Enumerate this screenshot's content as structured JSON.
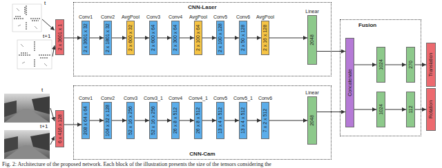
{
  "diagram": {
    "caption": "Fig. 2: Architecture of the proposed network. Each block of the illustration presents the size of the tensors considering the",
    "nodes": [
      {
        "text": [
          "2 x 3601 x 1"
        ]
      },
      {
        "text": [
          "CNN-Laser"
        ]
      },
      {
        "text": [
          "Conv1",
          "2 x 3601 x 32"
        ],
        "in": 1
      },
      {
        "text": [
          "Conv2",
          "2 x 1801 x 32"
        ],
        "in": 1
      },
      {
        "text": [
          "AvgPool",
          "2 x 600 x 32"
        ],
        "in": 1
      },
      {
        "text": [
          "Conv3",
          "2 x 600 x 64"
        ],
        "in": 1
      },
      {
        "text": [
          "Conv4",
          "2 x 300 x 64"
        ],
        "in": 1
      },
      {
        "text": [
          "AvgPool",
          "2 x 100 x 64"
        ],
        "in": 1
      },
      {
        "text": [
          "Conv5",
          "2 x 100 x 128"
        ],
        "in": 1
      },
      {
        "text": [
          "Conv6",
          "2 x 50 x 128"
        ],
        "in": 1
      },
      {
        "text": [
          "AvgPool",
          "2 x 16 x 128"
        ],
        "in": 1
      },
      {
        "text": [
          "Linear",
          "2048"
        ],
        "in": 1
      },
      {
        "text": [
          "6 x 416 x 128"
        ]
      },
      {
        "text": [
          "CNN-Cam"
        ]
      },
      {
        "text": [
          "Conv1",
          "208 x 64 x 64"
        ],
        "in": 13
      },
      {
        "text": [
          "Conv2",
          "104 x 32 x 128"
        ],
        "in": 13
      },
      {
        "text": [
          "Conv3",
          "52 x 16 x 256"
        ],
        "in": 13
      },
      {
        "text": [
          "Conv3_1",
          "52 x 16 x 256"
        ],
        "in": 13
      },
      {
        "text": [
          "Conv4",
          "26 x 8 x 512"
        ],
        "in": 13
      },
      {
        "text": [
          "Conv4_1",
          "26 x 8 x 512"
        ],
        "in": 13
      },
      {
        "text": [
          "Conv5",
          "13 x 4 x 512"
        ],
        "in": 13
      },
      {
        "text": [
          "Conv5_1",
          "13 x 4 x 512"
        ],
        "in": 13
      },
      {
        "text": [
          "Conv6",
          "7 x 2 x 512"
        ],
        "in": 13
      },
      {
        "text": [
          "Linear",
          "2048"
        ],
        "in": 13
      },
      {
        "text": [
          "Fusion"
        ]
      },
      {
        "text": [
          "Concatenate"
        ],
        "in": 24
      },
      {
        "text": [
          "1024"
        ],
        "in": 24
      },
      {
        "text": [
          "1024"
        ],
        "in": 24
      },
      {
        "text": [
          "270"
        ],
        "in": 24
      },
      {
        "text": [
          "112"
        ],
        "in": 24
      },
      {
        "text": [
          "Translation"
        ]
      },
      {
        "text": [
          "Rotation"
        ]
      }
    ],
    "edges": [
      {
        "from": 0,
        "to": 2,
        "arrow": "to"
      },
      {
        "from": 2,
        "to": 3,
        "arrow": "to"
      },
      {
        "from": 3,
        "to": 4,
        "arrow": "to"
      },
      {
        "from": 4,
        "to": 5,
        "arrow": "to"
      },
      {
        "from": 5,
        "to": 6,
        "arrow": "to"
      },
      {
        "from": 6,
        "to": 7,
        "arrow": "to"
      },
      {
        "from": 7,
        "to": 8,
        "arrow": "to"
      },
      {
        "from": 8,
        "to": 9,
        "arrow": "to"
      },
      {
        "from": 9,
        "to": 10,
        "arrow": "to"
      },
      {
        "from": 10,
        "to": 11,
        "arrow": "to"
      },
      {
        "from": 11,
        "to": 25,
        "arrow": "to"
      },
      {
        "from": 12,
        "to": 14,
        "arrow": "to"
      },
      {
        "from": 14,
        "to": 15,
        "arrow": "to"
      },
      {
        "from": 15,
        "to": 16,
        "arrow": "to"
      },
      {
        "from": 16,
        "to": 17,
        "arrow": "to"
      },
      {
        "from": 17,
        "to": 18,
        "arrow": "to"
      },
      {
        "from": 18,
        "to": 19,
        "arrow": "to"
      },
      {
        "from": 19,
        "to": 20,
        "arrow": "to"
      },
      {
        "from": 20,
        "to": 21,
        "arrow": "to"
      },
      {
        "from": 21,
        "to": 22,
        "arrow": "to"
      },
      {
        "from": 22,
        "to": 23,
        "arrow": "to"
      },
      {
        "from": 23,
        "to": 25,
        "arrow": "to"
      },
      {
        "from": 25,
        "to": 26,
        "arrow": "to"
      },
      {
        "from": 25,
        "to": 27,
        "arrow": "to"
      },
      {
        "from": 26,
        "to": 28,
        "arrow": "to"
      },
      {
        "from": 27,
        "to": 29,
        "arrow": "to"
      },
      {
        "from": 28,
        "to": 30,
        "arrow": "to"
      },
      {
        "from": 29,
        "to": 31,
        "arrow": "to"
      }
    ],
    "labels": [
      "t",
      "t+1",
      "t",
      "t+1"
    ]
  }
}
